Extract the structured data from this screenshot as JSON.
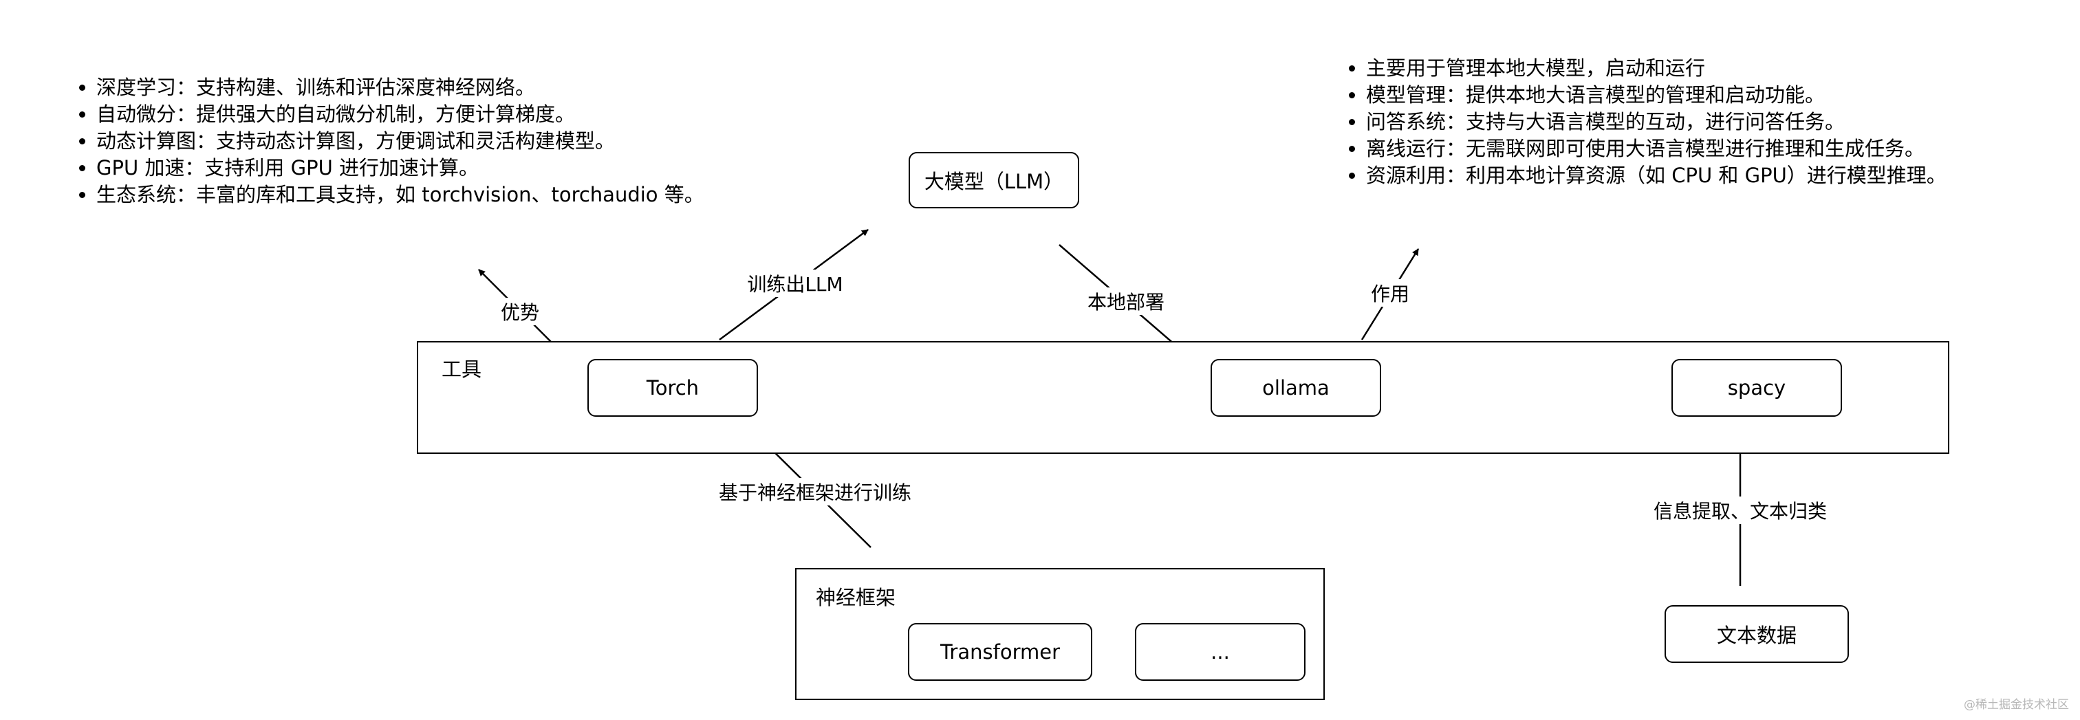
{
  "nodes": {
    "llm": "大模型（LLM）",
    "tools_title": "工具",
    "torch": "Torch",
    "ollama": "ollama",
    "spacy": "spacy",
    "framework_title": "神经框架",
    "transformer": "Transformer",
    "more": "...",
    "text_data": "文本数据"
  },
  "edges": {
    "advantage": "优势",
    "train_llm": "训练出LLM",
    "local_deploy": "本地部署",
    "usage": "作用",
    "framework_train": "基于神经框架进行训练",
    "info_extract": "信息提取、文本归类"
  },
  "torch_notes": [
    "深度学习：支持构建、训练和评估深度神经网络。",
    "自动微分：提供强大的自动微分机制，方便计算梯度。",
    "动态计算图：支持动态计算图，方便调试和灵活构建模型。",
    "GPU 加速：支持利用 GPU 进行加速计算。",
    "生态系统：丰富的库和工具支持，如 torchvision、torchaudio 等。"
  ],
  "ollama_notes": [
    "主要用于管理本地大模型，启动和运行",
    "模型管理：提供本地大语言模型的管理和启动功能。",
    "问答系统：支持与大语言模型的互动，进行问答任务。",
    "离线运行：无需联网即可使用大语言模型进行推理和生成任务。",
    "资源利用：利用本地计算资源（如 CPU 和 GPU）进行模型推理。"
  ],
  "watermark": "@稀土掘金技术社区"
}
